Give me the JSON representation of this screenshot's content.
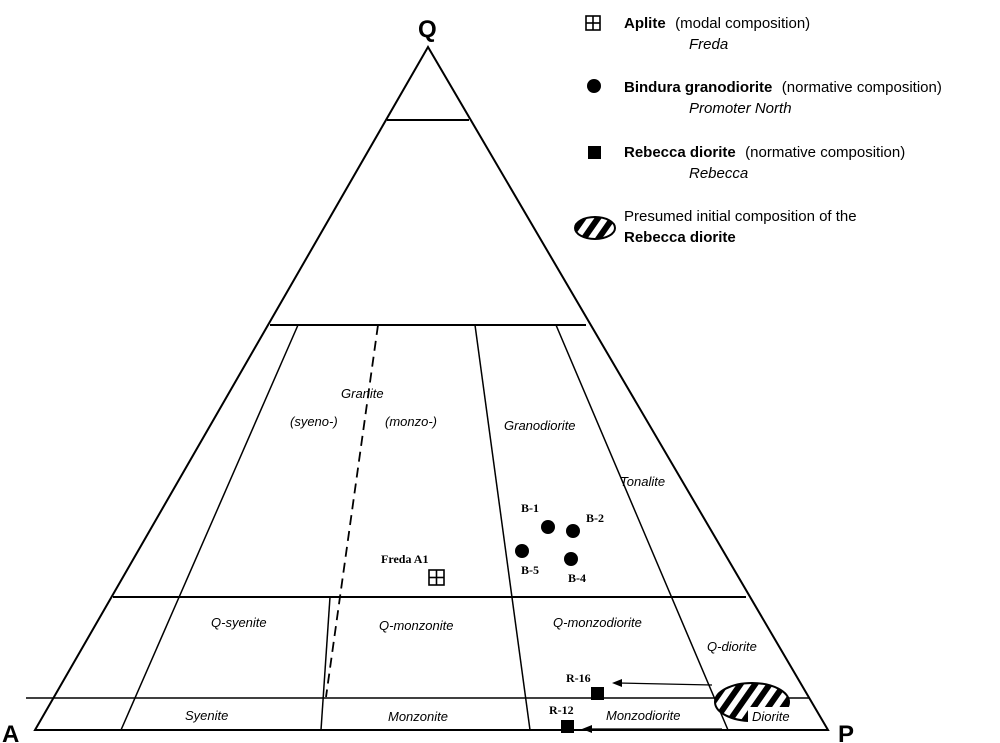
{
  "vertices": {
    "top": "Q",
    "left": "A",
    "right": "P"
  },
  "fields": {
    "granite": "Granite",
    "syeno": "(syeno-)",
    "monzo": "(monzo-)",
    "granodiorite": "Granodiorite",
    "tonalite": "Tonalite",
    "q_syenite": "Q-syenite",
    "q_monzonite": "Q-monzonite",
    "q_monzodiorite": "Q-monzodiorite",
    "q_diorite": "Q-diorite",
    "syenite": "Syenite",
    "monzonite": "Monzonite",
    "monzodiorite": "Monzodiorite",
    "diorite": "Diorite"
  },
  "samples": {
    "freda": "Freda A1",
    "b1": "B-1",
    "b2": "B-2",
    "b4": "B-4",
    "b5": "B-5",
    "r16": "R-16",
    "r12": "R-12"
  },
  "legend": {
    "aplite_name": "Aplite",
    "aplite_desc": "(modal composition)",
    "aplite_locality": "Freda",
    "bindura_name": "Bindura granodiorite",
    "bindura_desc": "(normative composition)",
    "bindura_locality": "Promoter North",
    "rebecca_name": "Rebecca diorite",
    "rebecca_desc": "(normative composition)",
    "rebecca_locality": "Rebecca",
    "presumed_line1": "Presumed initial composition of the",
    "presumed_line2": "Rebecca diorite"
  },
  "icons": {
    "aplite": "boxed-cross-icon",
    "bindura": "filled-circle-icon",
    "rebecca": "filled-square-icon",
    "presumed": "hatched-ellipse-icon"
  },
  "colors": {
    "ink": "#000000",
    "paper": "#ffffff"
  }
}
